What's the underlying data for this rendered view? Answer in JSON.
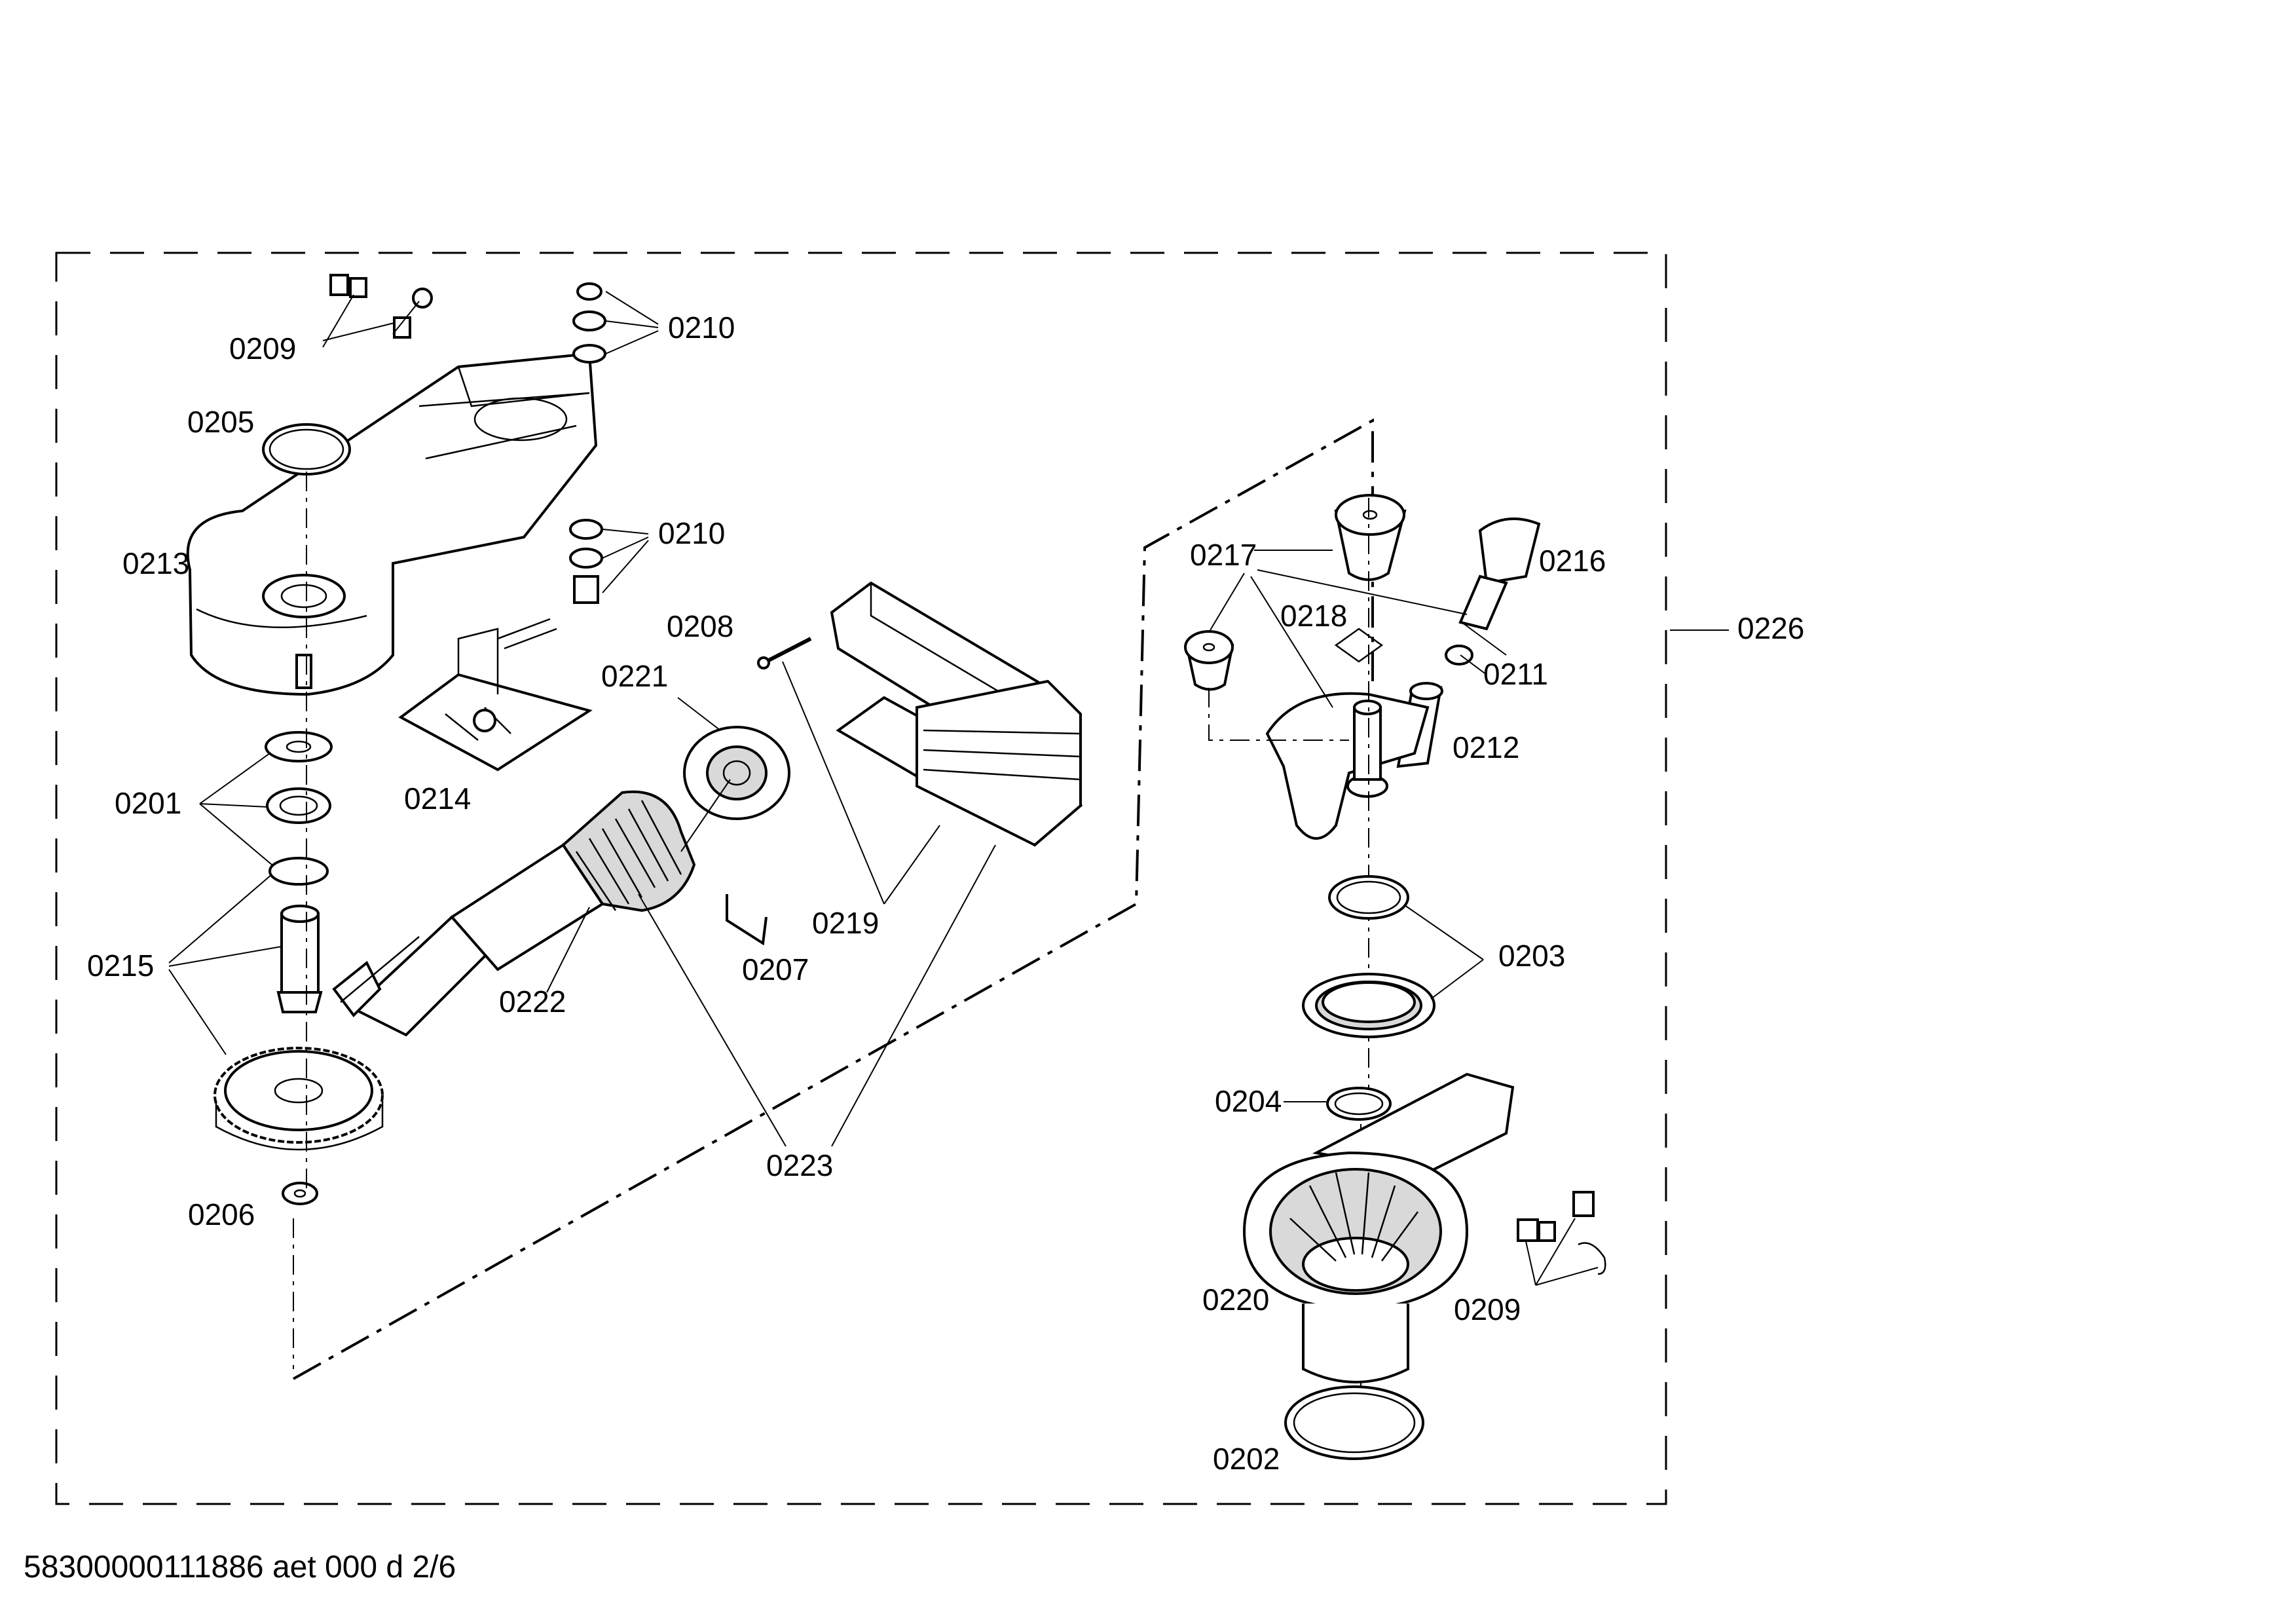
{
  "labels": {
    "p0201": "0201",
    "p0202": "0202",
    "p0203": "0203",
    "p0204": "0204",
    "p0205": "0205",
    "p0206": "0206",
    "p0207": "0207",
    "p0208": "0208",
    "p0209a": "0209",
    "p0209b": "0209",
    "p0210a": "0210",
    "p0210b": "0210",
    "p0211": "0211",
    "p0212": "0212",
    "p0213": "0213",
    "p0214": "0214",
    "p0215": "0215",
    "p0216": "0216",
    "p0217": "0217",
    "p0218": "0218",
    "p0219": "0219",
    "p0220": "0220",
    "p0221": "0221",
    "p0222": "0222",
    "p0223": "0223",
    "p0226": "0226"
  },
  "footer": "58300000111886 aet 000 d 2/6"
}
